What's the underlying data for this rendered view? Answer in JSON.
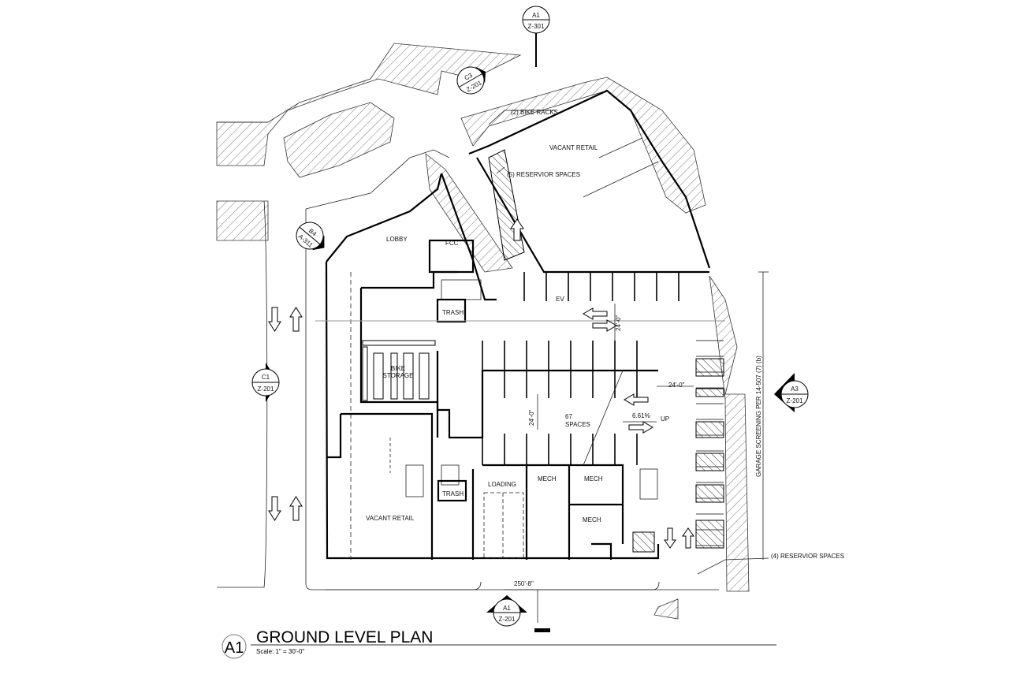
{
  "drawing": {
    "title": "GROUND LEVEL PLAN",
    "title_marker": "A1",
    "scale": "Scale: 1\" = 30'-0\""
  },
  "section_markers": [
    {
      "top": "A1",
      "bottom": "Z-301"
    },
    {
      "top": "C3",
      "bottom": "Z-201"
    },
    {
      "top": "B4",
      "bottom": "A-311"
    },
    {
      "top": "C1",
      "bottom": "Z-201"
    },
    {
      "top": "A3",
      "bottom": "Z-201"
    },
    {
      "top": "A1",
      "bottom": "Z-201"
    }
  ],
  "labels": {
    "bike_racks": "(2) BIKE RACKS",
    "vacant_retail_north": "VACANT RETAIL",
    "reservior_spaces_5": "(5) RESERVIOR SPACES",
    "lobby": "LOBBY",
    "fcc": "FCC",
    "trash_1": "TRASH",
    "bike_storage_1": "BIKE",
    "bike_storage_2": "STORAGE",
    "aisle_dim_1": "24'-0\"",
    "aisle_dim_2": "24'-0\"",
    "aisle_dim_3": "24'-0\"",
    "spaces_count": "67",
    "spaces_label": "SPACES",
    "ramp_slope": "6.61%",
    "ramp_up": "UP",
    "ev_1": "EV",
    "vacant_retail_south": "VACANT RETAIL",
    "trash_2": "TRASH",
    "loading": "LOADING",
    "mech_1": "MECH",
    "mech_2": "MECH",
    "mech_3": "MECH",
    "overall_dim": "250'-8\"",
    "garage_screening": "GARAGE SCREENING PER 14-507 (7) (b)",
    "reservior_spaces_4": "(4) RESERVIOR SPACES"
  }
}
